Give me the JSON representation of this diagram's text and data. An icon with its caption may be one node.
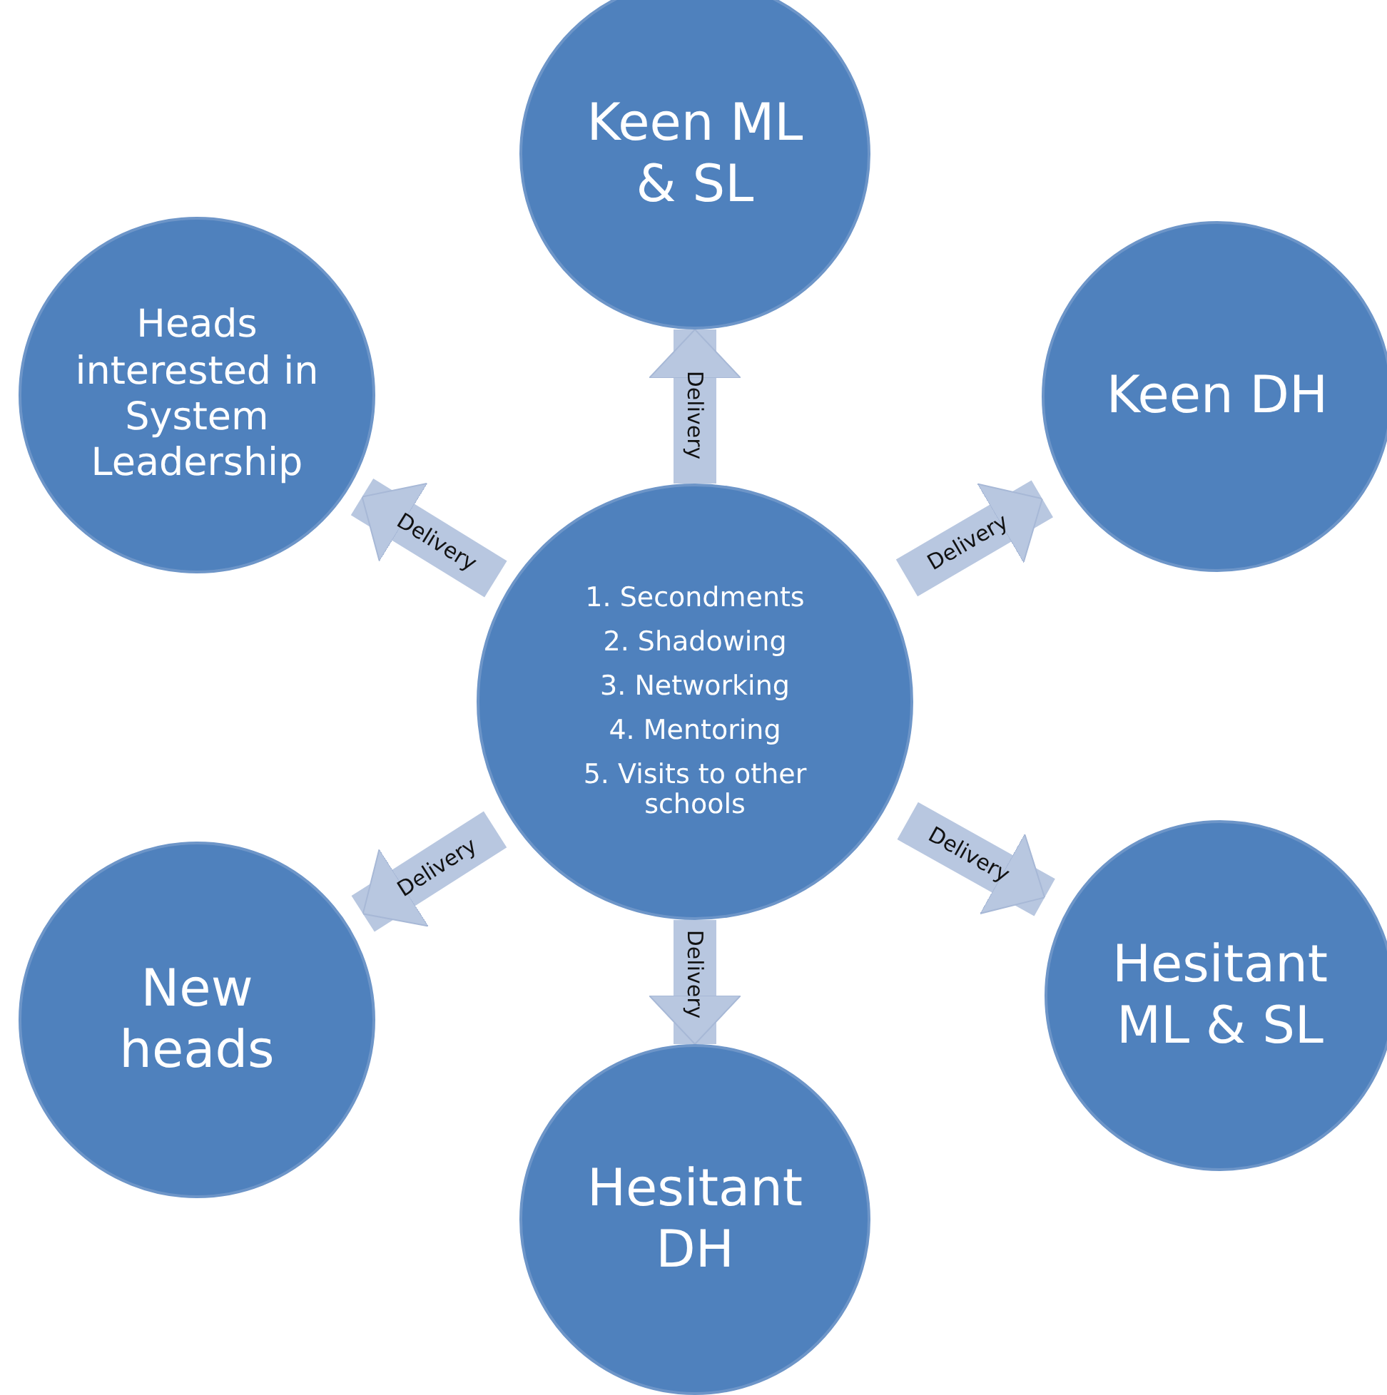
{
  "diagram": {
    "nodes": [
      {
        "text": [
          "Keen ML & SL"
        ]
      },
      {
        "text": [
          "Heads interested in System Leadership"
        ]
      },
      {
        "text": [
          "Keen DH"
        ]
      },
      {
        "text": [
          "1. Secondments",
          "2. Shadowing",
          "3. Networking",
          "4. Mentoring",
          "5. Visits to other schools"
        ]
      },
      {
        "text": [
          "Hesitant ML & SL"
        ]
      },
      {
        "text": [
          "New heads"
        ]
      },
      {
        "text": [
          "Hesitant DH"
        ]
      }
    ],
    "edges": [
      {
        "from": 3,
        "to": 0,
        "arrow": "to",
        "label": "Delivery"
      },
      {
        "from": 3,
        "to": 2,
        "arrow": "to",
        "label": "Delivery"
      },
      {
        "from": 3,
        "to": 4,
        "arrow": "to",
        "label": "Delivery"
      },
      {
        "from": 3,
        "to": 6,
        "arrow": "to",
        "label": "Delivery"
      },
      {
        "from": 3,
        "to": 5,
        "arrow": "to",
        "label": "Delivery"
      },
      {
        "from": 3,
        "to": 1,
        "arrow": "to",
        "label": "Delivery"
      }
    ]
  }
}
